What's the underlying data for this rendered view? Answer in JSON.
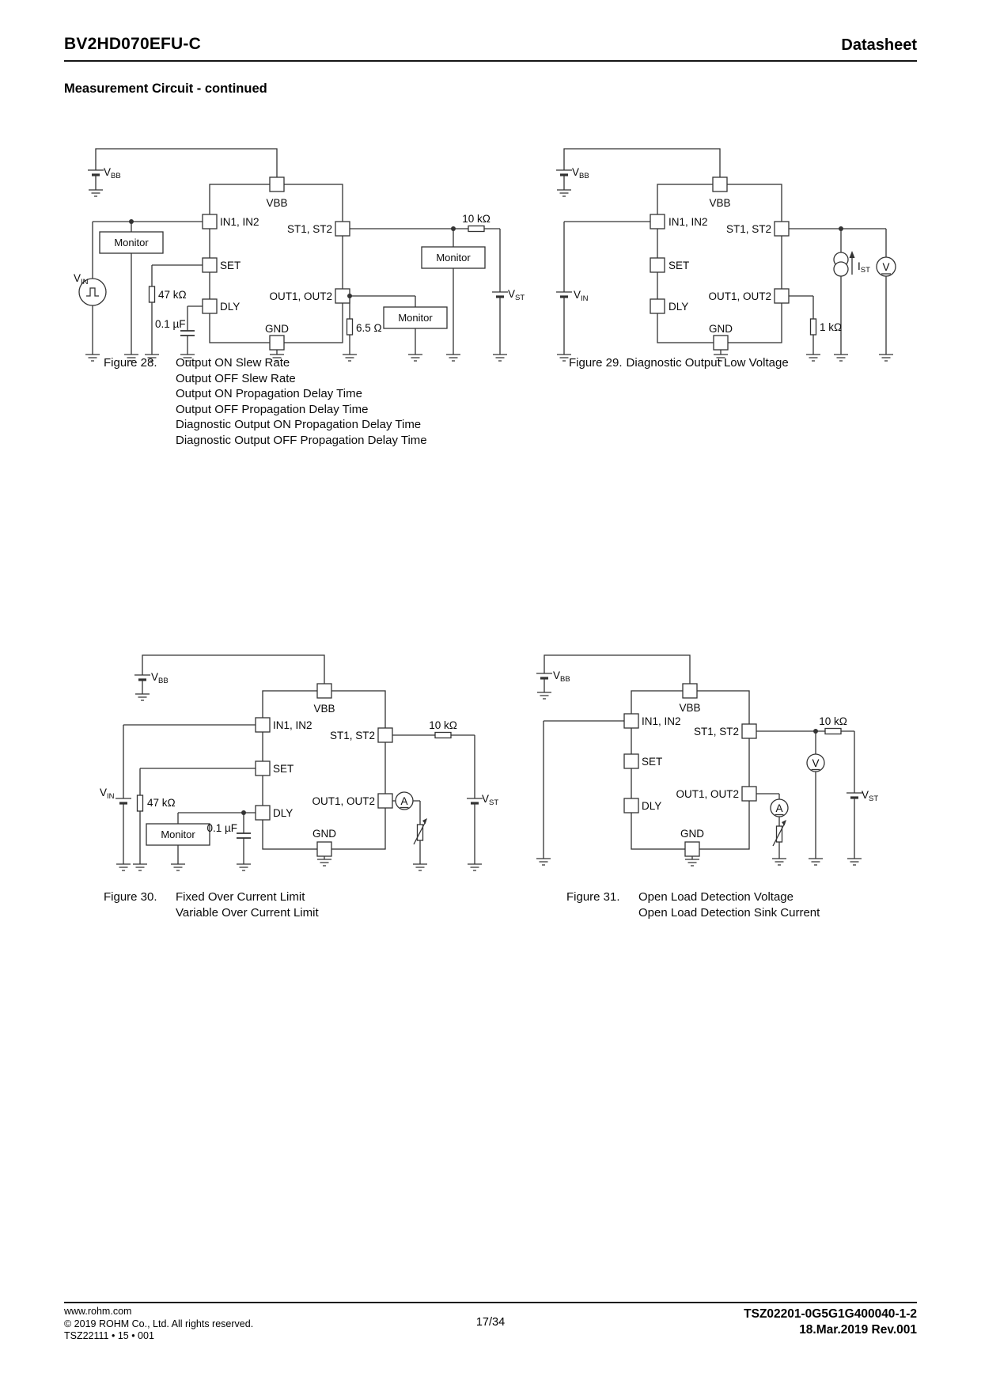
{
  "header": {
    "part_number": "BV2HD070EFU-C",
    "doc_type": "Datasheet"
  },
  "section_title": "Measurement Circuit - continued",
  "pins": {
    "vbb": "VBB",
    "in12": "IN1, IN2",
    "set": "SET",
    "dly": "DLY",
    "gnd": "GND",
    "st12": "ST1, ST2",
    "out12": "OUT1, OUT2"
  },
  "components": {
    "monitor": "Monitor",
    "r47k": "47 kΩ",
    "c100n": "0.1 µF",
    "r10k": "10 kΩ",
    "r6_5": "6.5 Ω",
    "r1k": "1 kΩ",
    "v": "V",
    "a": "A",
    "vbb": {
      "base": "V",
      "sub": "BB"
    },
    "vin": {
      "base": "V",
      "sub": "IN"
    },
    "vst": {
      "base": "V",
      "sub": "ST"
    },
    "ist": {
      "base": "I",
      "sub": "ST"
    }
  },
  "figures": {
    "fig28": {
      "number": "Figure 28.",
      "lines": [
        "Output ON Slew Rate",
        "Output OFF Slew Rate",
        "Output ON Propagation Delay Time",
        "Output OFF Propagation Delay Time",
        "Diagnostic Output ON Propagation Delay Time",
        "Diagnostic Output OFF Propagation Delay Time"
      ]
    },
    "fig29": {
      "number": "Figure 29.",
      "lines": [
        "Diagnostic Output Low Voltage"
      ]
    },
    "fig30": {
      "number": "Figure 30.",
      "lines": [
        "Fixed Over Current Limit",
        "Variable Over Current Limit"
      ]
    },
    "fig31": {
      "number": "Figure 31.",
      "lines": [
        "Open Load Detection Voltage",
        "Open Load Detection Sink Current"
      ]
    }
  },
  "footer": {
    "site": "www.rohm.com",
    "copyright": "© 2019 ROHM Co., Ltd. All rights reserved.",
    "doc_code": "TSZ22111 • 15 • 001",
    "page": "17/34",
    "ref": "TSZ02201-0G5G1G400040-1-2",
    "revision": "18.Mar.2019 Rev.001"
  }
}
